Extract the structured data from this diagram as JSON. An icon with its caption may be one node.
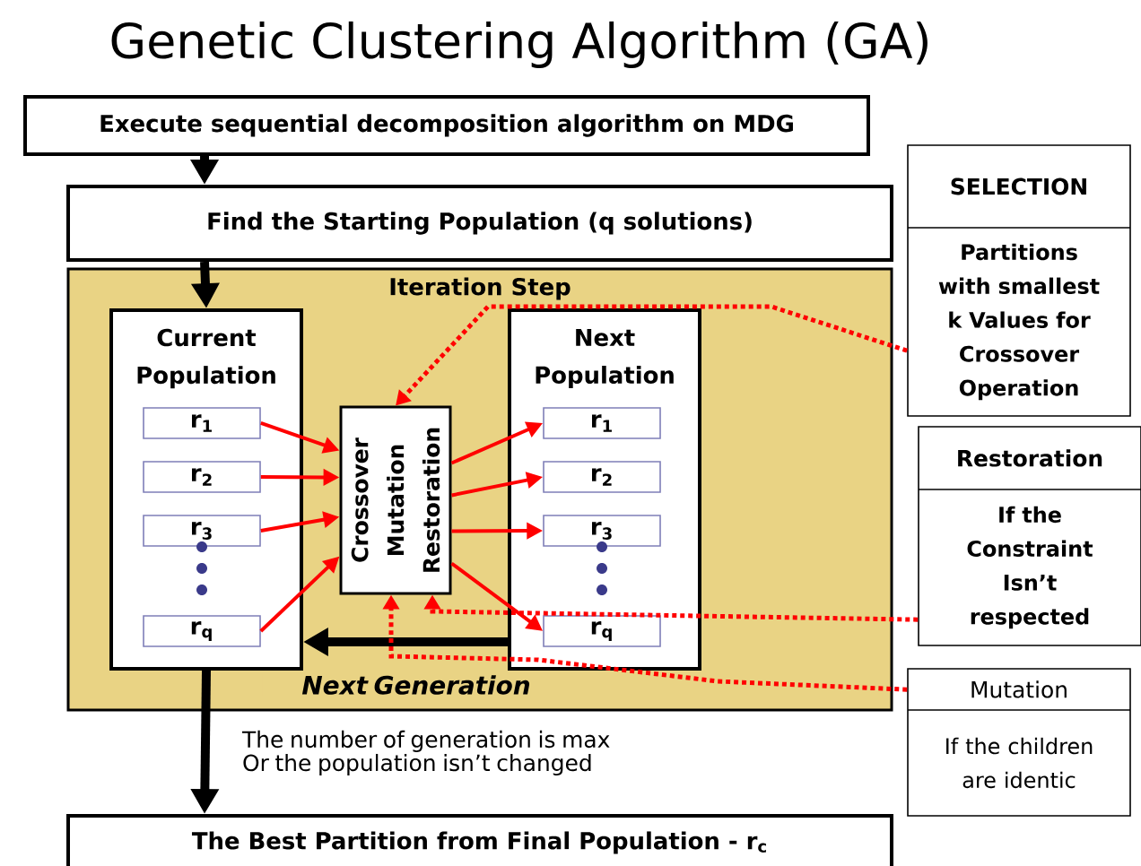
{
  "diagram": {
    "title": "Genetic Clustering Algorithm (GA)",
    "nodes": [
      {
        "text": [
          "Execute sequential decomposition algorithm on MDG"
        ]
      },
      {
        "text": [
          "Find the Starting Population (q solutions)"
        ]
      },
      {
        "text": [
          "Iteration Step"
        ]
      },
      {
        "text": [
          "Current Population"
        ],
        "in": 2
      },
      {
        "text": [
          "r$_{1}$"
        ],
        "in": 3
      },
      {
        "text": [
          "r$_{2}$"
        ],
        "in": 3
      },
      {
        "text": [
          "r$_{3}$"
        ],
        "in": 3
      },
      {
        "text": [
          "r$_{q}$"
        ],
        "in": 3
      },
      {
        "text": [
          "Crossover Mutation Restoration"
        ],
        "in": 2
      },
      {
        "text": [
          "Next Population"
        ],
        "in": 2
      },
      {
        "text": [
          "r$_{1}$"
        ],
        "in": 9
      },
      {
        "text": [
          "r$_{2}$"
        ],
        "in": 9
      },
      {
        "text": [
          "r$_{3}$"
        ],
        "in": 9
      },
      {
        "text": [
          "r$_{q}$"
        ],
        "in": 9
      },
      {
        "text": [
          "SELECTION",
          "Partitions with smallest k Values for Crossover Operation"
        ]
      },
      {
        "text": [
          "Restoration",
          "If the Constraint Isn’t respected"
        ]
      },
      {
        "text": [
          "Mutation",
          "If the children are identic"
        ]
      },
      {
        "text": [
          "The Best Partition from Final Population - r$_{c}$"
        ]
      }
    ],
    "edges": [
      {
        "from": 0,
        "to": 1,
        "arrow": "to",
        "style": "thick",
        "color": "#000000"
      },
      {
        "from": 1,
        "to": 3,
        "arrow": "to",
        "style": "thick",
        "color": "#000000"
      },
      {
        "from": 3,
        "to": 17,
        "arrow": "to",
        "style": "thick",
        "color": "#000000",
        "label": "The number of generation is max Or the population isn’t changed"
      },
      {
        "from": 9,
        "to": 3,
        "arrow": "to",
        "style": "thick",
        "color": "#000000",
        "label": "Next Generation"
      },
      {
        "from": 4,
        "to": 8,
        "arrow": "to"
      },
      {
        "from": 5,
        "to": 8,
        "arrow": "to"
      },
      {
        "from": 6,
        "to": 8,
        "arrow": "to"
      },
      {
        "from": 7,
        "to": 8,
        "arrow": "to"
      },
      {
        "from": 8,
        "to": 10,
        "arrow": "to"
      },
      {
        "from": 8,
        "to": 11,
        "arrow": "to"
      },
      {
        "from": 8,
        "to": 12,
        "arrow": "to"
      },
      {
        "from": 8,
        "to": 13,
        "arrow": "to"
      },
      {
        "from": 14,
        "to": 8,
        "arrow": "to",
        "style": "dashed"
      },
      {
        "from": 15,
        "to": 8,
        "arrow": "to",
        "style": "dashed"
      },
      {
        "from": 16,
        "to": 8,
        "arrow": "to",
        "style": "dashed"
      }
    ]
  }
}
